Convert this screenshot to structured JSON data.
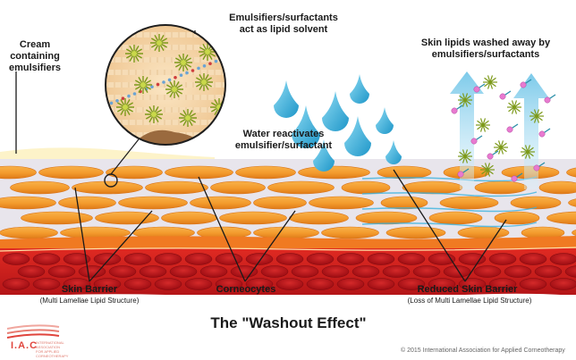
{
  "labels": {
    "cream": "Cream containing emulsifiers",
    "emulsifiers": "Emulsifiers/surfactants act as lipid solvent",
    "water": "Water reactivates emulsifier/surfactant",
    "lipids_washed": "Skin lipids washed away by emulsifiers/surfactants",
    "skin_barrier": "Skin Barrier",
    "skin_barrier_sub": "(Multi Lamellae Lipid Structure)",
    "corneocytes": "Corneocytes",
    "reduced_barrier": "Reduced Skin Barrier",
    "reduced_barrier_sub": "(Loss of Multi Lamellae Lipid Structure)"
  },
  "title": "The \"Washout Effect\"",
  "copyright": "© 2015 International Association for Applied Corneotherapy",
  "logo": {
    "name": "I.A.C",
    "tagline": "INTERNATIONAL ASSOCIATION FOR APPLIED CORNEOTHERAPY"
  },
  "colors": {
    "corneocyte": "#f39a2c",
    "corneocyte_edge": "#d9731a",
    "lipid_gap": "#e6e3ea",
    "cream": "#fdf3c9",
    "water": "#3bb3de",
    "arrow": "#9fd6ee",
    "dermis": "#c0141b",
    "granular_layer": "#f07a22",
    "micelle": "#7d9a1a",
    "lipid_head": "#e87ad0"
  }
}
